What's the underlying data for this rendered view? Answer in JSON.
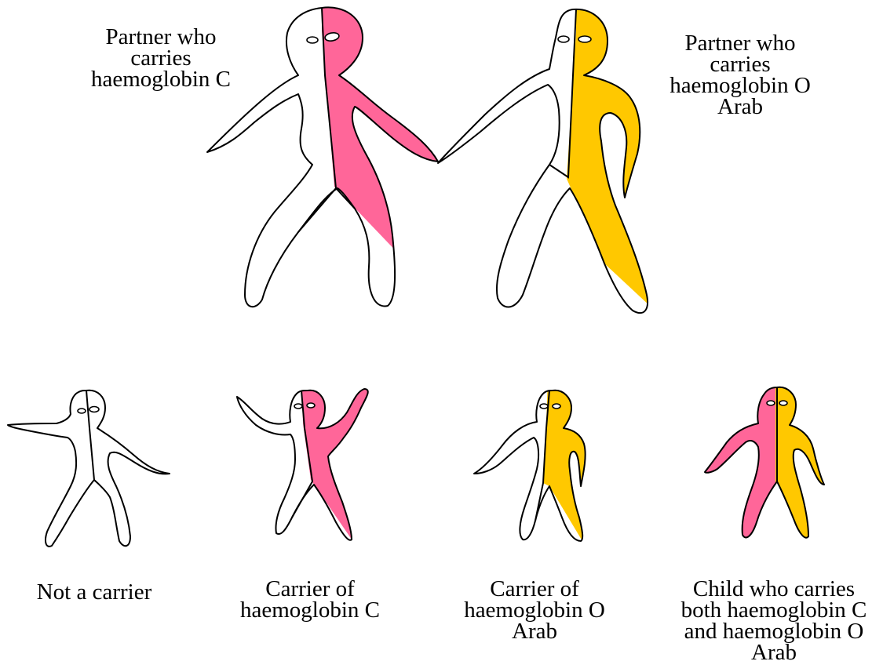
{
  "colors": {
    "haemoglobin_c": "#FF6699",
    "haemoglobin_o_arab": "#FFC800",
    "non_carrier": "#FFFFFF",
    "outline": "#000000"
  },
  "parents": {
    "left": {
      "lines": [
        "Partner who",
        "carries",
        "haemoglobin C"
      ]
    },
    "right": {
      "lines": [
        "Partner who",
        "carries",
        "haemoglobin O",
        "Arab"
      ]
    }
  },
  "children": [
    {
      "lines": [
        "Not a carrier"
      ]
    },
    {
      "lines": [
        "Carrier of",
        "haemoglobin C"
      ]
    },
    {
      "lines": [
        "Carrier of",
        "haemoglobin O",
        "Arab"
      ]
    },
    {
      "lines": [
        "Child who carries",
        "both haemoglobin C",
        "and haemoglobin O",
        "Arab"
      ]
    }
  ]
}
